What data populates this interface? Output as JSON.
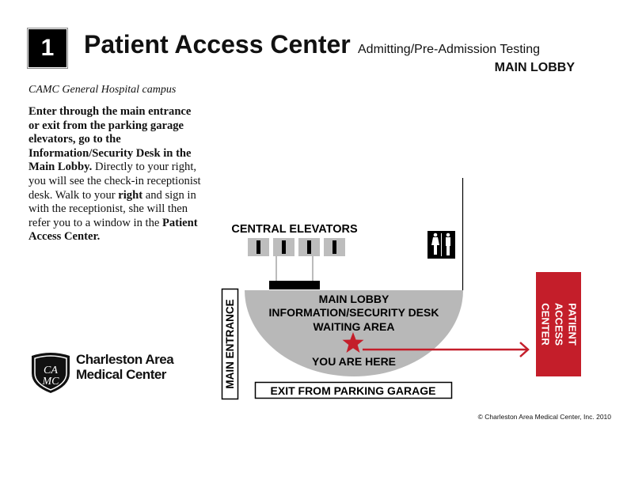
{
  "header": {
    "number": "1",
    "title": "Patient Access Center",
    "subtitle": "Admitting/Pre-Admission Testing",
    "location": "MAIN LOBBY"
  },
  "campus": "CAMC General Hospital campus",
  "instructions": {
    "bold1": "Enter through the main entrance or exit from the parking garage elevators, go to the Information/Security Desk in the Main Lobby.",
    "text1": " Directly to your right, you will see the check-in receptionist desk. Walk to your ",
    "bold2": "right",
    "text2": " and sign in with the receptionist, she will then refer you to a window in the ",
    "bold3": "Patient Access Center."
  },
  "logo": {
    "monogram": "CAMC",
    "line1": "Charleston Area",
    "line2": "Medical Center"
  },
  "map": {
    "elevators_label": "CENTRAL ELEVATORS",
    "lobby_line1": "MAIN LOBBY",
    "lobby_line2": "INFORMATION/SECURITY DESK",
    "lobby_line3": "WAITING AREA",
    "you_are_here": "YOU ARE HERE",
    "main_entrance": "MAIN ENTRANCE",
    "exit_garage": "EXIT FROM PARKING GARAGE",
    "destination_line1": "PATIENT",
    "destination_line2": "ACCESS",
    "destination_line3": "CENTER",
    "restroom_icon": "restroom-icon"
  },
  "colors": {
    "accent": "#c41e2a",
    "lobby": "#b8b8b8"
  },
  "copyright": "© Charleston Area Medical Center, Inc. 2010"
}
